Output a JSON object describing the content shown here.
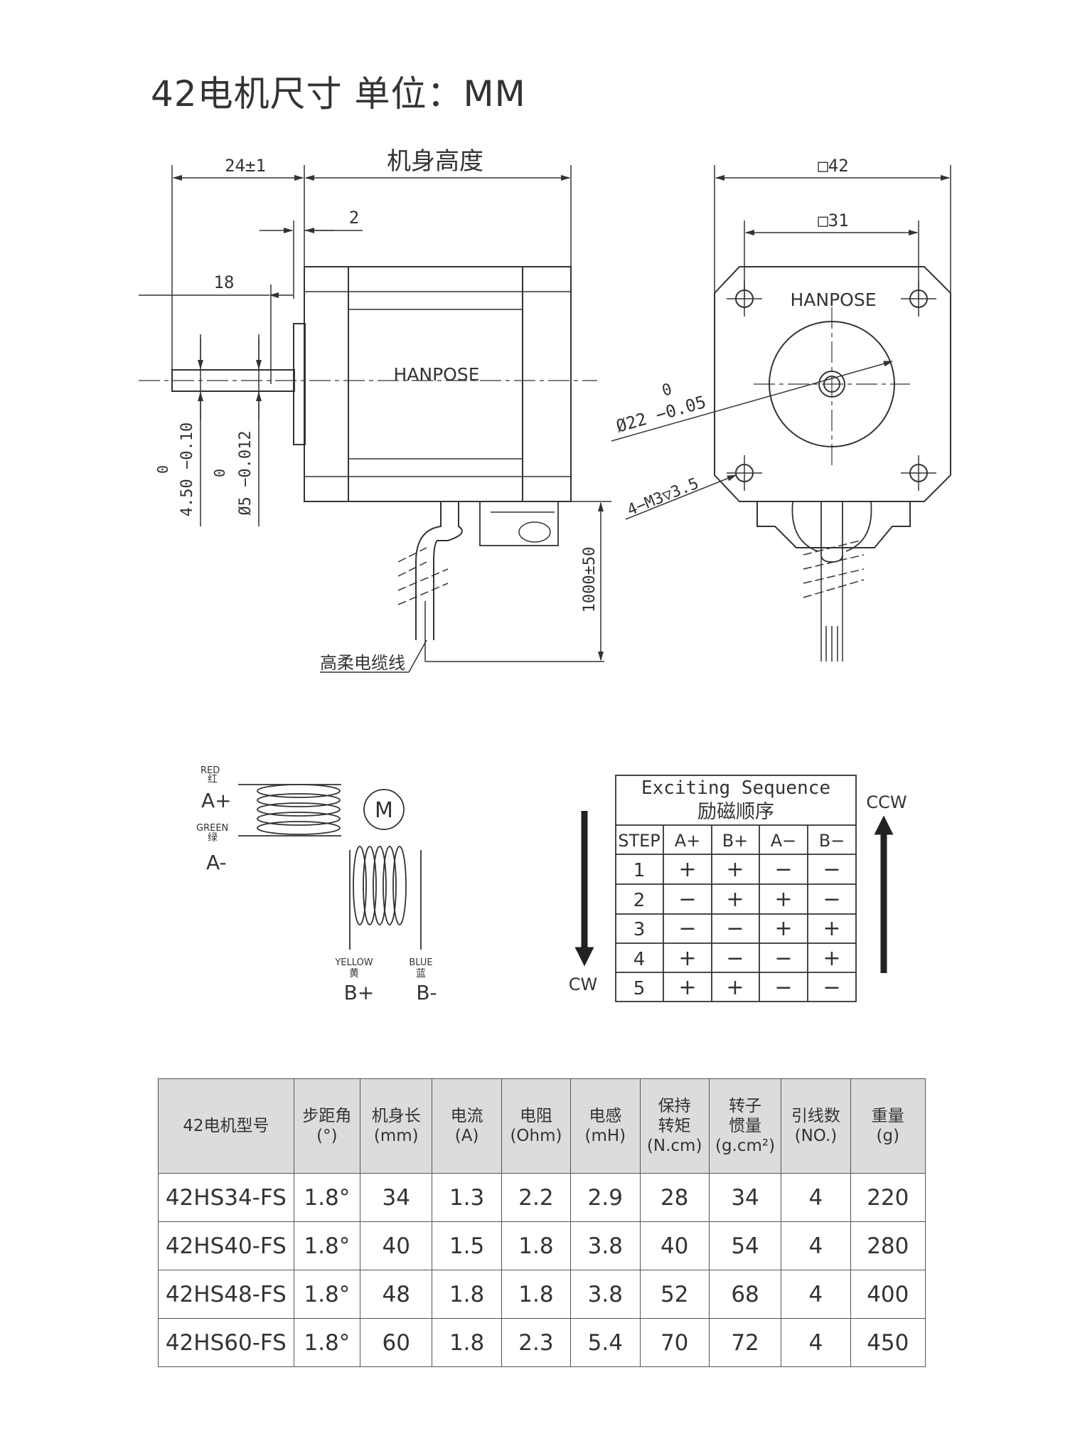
{
  "title": "42电机尺寸 单位：MM",
  "dims": {
    "shaft_total": "24±1",
    "body_height": "机身高度",
    "boss": "2",
    "shaft_len": "18",
    "flat_tol_top": "0",
    "flat": "4.50 −0.10",
    "shaft_tol_top": "0",
    "shaft_dia": "Ø5 −0.012",
    "brand": "HANPOSE",
    "cable_len": "1000±50",
    "cable_label": "高柔电缆线",
    "square_outer": "□42",
    "square_inner": "□31",
    "pilot_tol_top": "0",
    "pilot_dia": "Ø22 −0.05",
    "holes": "4−M3▽3.5"
  },
  "wiring": {
    "red_en": "RED",
    "red_cn": "红",
    "a_plus": "A+",
    "green_en": "GREEN",
    "green_cn": "绿",
    "a_minus": "A-",
    "motor": "M",
    "yellow_en": "YELLOW",
    "yellow_cn": "黄",
    "b_plus": "B+",
    "blue_en": "BLUE",
    "blue_cn": "蓝",
    "b_minus": "B-"
  },
  "sequence": {
    "title_en": "Exciting Sequence",
    "title_cn": "励磁顺序",
    "headers": [
      "STEP",
      "A+",
      "B+",
      "A−",
      "B−"
    ],
    "rows": [
      [
        "1",
        "+",
        "+",
        "−",
        "−"
      ],
      [
        "2",
        "−",
        "+",
        "+",
        "−"
      ],
      [
        "3",
        "−",
        "−",
        "+",
        "+"
      ],
      [
        "4",
        "+",
        "−",
        "−",
        "+"
      ],
      [
        "5",
        "+",
        "+",
        "−",
        "−"
      ]
    ],
    "cw": "CW",
    "ccw": "CCW"
  },
  "spec_table": {
    "headers": [
      [
        "42电机型号"
      ],
      [
        "步距角",
        "(°)"
      ],
      [
        "机身长",
        "(mm)"
      ],
      [
        "电流",
        "(A)"
      ],
      [
        "电阻",
        "(Ohm)"
      ],
      [
        "电感",
        "(mH)"
      ],
      [
        "保持",
        "转矩",
        "(N.cm)"
      ],
      [
        "转子",
        "惯量",
        "(g.cm²)"
      ],
      [
        "引线数",
        "(NO.)"
      ],
      [
        "重量",
        "(g)"
      ]
    ],
    "rows": [
      [
        "42HS34-FS",
        "1.8°",
        "34",
        "1.3",
        "2.2",
        "2.9",
        "28",
        "34",
        "4",
        "220"
      ],
      [
        "42HS40-FS",
        "1.8°",
        "40",
        "1.5",
        "1.8",
        "3.8",
        "40",
        "54",
        "4",
        "280"
      ],
      [
        "42HS48-FS",
        "1.8°",
        "48",
        "1.8",
        "1.8",
        "3.8",
        "52",
        "68",
        "4",
        "400"
      ],
      [
        "42HS60-FS",
        "1.8°",
        "60",
        "1.8",
        "2.3",
        "5.4",
        "70",
        "72",
        "4",
        "450"
      ]
    ]
  }
}
